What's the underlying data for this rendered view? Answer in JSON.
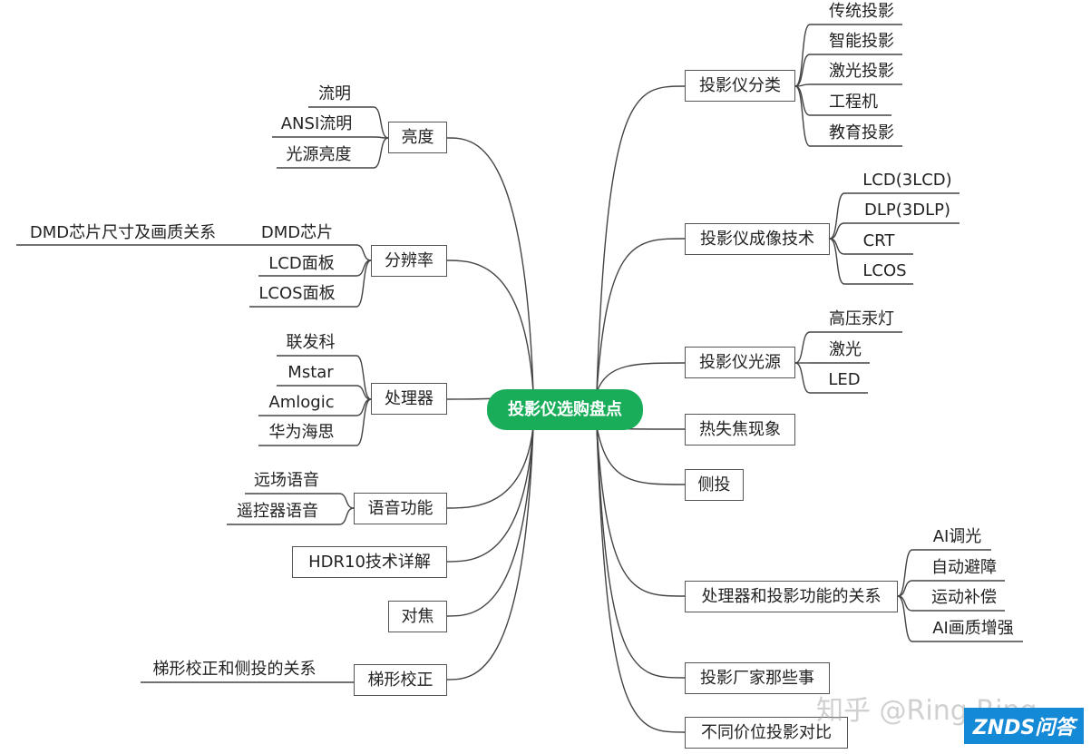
{
  "root": "投影仪选购盘点",
  "right_branches": [
    {
      "label": "投影仪分类",
      "children": [
        "传统投影",
        "智能投影",
        "激光投影",
        "工程机",
        "教育投影"
      ]
    },
    {
      "label": "投影仪成像技术",
      "children": [
        "LCD(3LCD)",
        "DLP(3DLP)",
        "CRT",
        "LCOS"
      ]
    },
    {
      "label": "投影仪光源",
      "children": [
        "高压汞灯",
        "激光",
        "LED"
      ]
    },
    {
      "label": "热失焦现象",
      "children": []
    },
    {
      "label": "侧投",
      "children": []
    },
    {
      "label": "处理器和投影功能的关系",
      "children": [
        "AI调光",
        "自动避障",
        "运动补偿",
        "AI画质增强"
      ]
    },
    {
      "label": "投影厂家那些事",
      "children": []
    },
    {
      "label": "不同价位投影对比",
      "children": []
    }
  ],
  "left_branches": [
    {
      "label": "亮度",
      "children": [
        "流明",
        "ANSI流明",
        "光源亮度"
      ]
    },
    {
      "label": "分辨率",
      "children": [
        "DMD芯片",
        "LCD面板",
        "LCOS面板"
      ]
    },
    {
      "label": "处理器",
      "children": [
        "联发科",
        "Mstar",
        "Amlogic",
        "华为海思"
      ]
    },
    {
      "label": "语音功能",
      "children": [
        "远场语音",
        "遥控器语音"
      ]
    },
    {
      "label": "HDR10技术详解",
      "children": []
    },
    {
      "label": "对焦",
      "children": []
    },
    {
      "label": "梯形校正",
      "children": [
        "梯形校正和侧投的关系"
      ]
    }
  ],
  "sub_leaves": {
    "dmd": "DMD芯片尺寸及画质关系"
  },
  "watermark": {
    "text": "知乎 @Ring Ring",
    "logo": "ZNDS问答"
  }
}
